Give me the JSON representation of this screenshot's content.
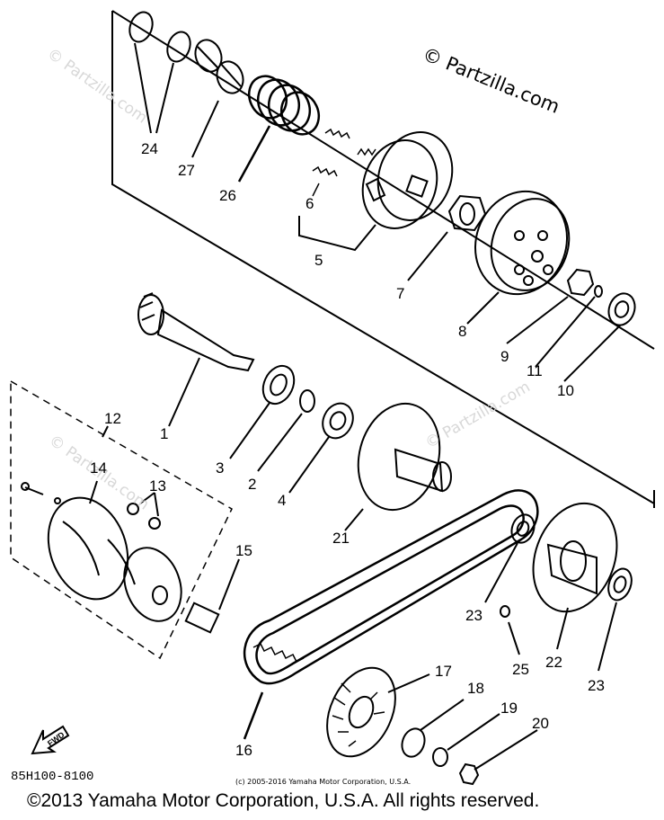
{
  "brand": {
    "watermark_small": "© Partzilla.com",
    "watermark_main": "© Partzilla.com"
  },
  "diagram_code": "85H100-8100",
  "small_copyright": "(c) 2005-2016 Yamaha Motor Corporation, U.S.A.",
  "footer": "©2013 Yamaha Motor Corporation, U.S.A. All rights reserved.",
  "fwd_label": "FWD",
  "callouts": {
    "c24": "24",
    "c27": "27",
    "c26": "26",
    "c6": "6",
    "c5": "5",
    "c7": "7",
    "c8": "8",
    "c9": "9",
    "c11": "11",
    "c10": "10",
    "c1": "1",
    "c3": "3",
    "c2": "2",
    "c4": "4",
    "c12": "12",
    "c14": "14",
    "c13": "13",
    "c15": "15",
    "c21": "21",
    "c23a": "23",
    "c25": "25",
    "c22": "22",
    "c23b": "23",
    "c16": "16",
    "c17": "17",
    "c18": "18",
    "c19": "19",
    "c20": "20"
  }
}
